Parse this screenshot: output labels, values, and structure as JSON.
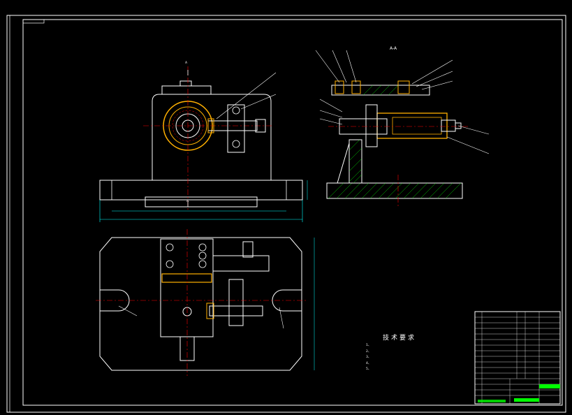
{
  "drawing": {
    "section_label": "A-A",
    "view_marker_top": "A",
    "view_marker_bottom": "A",
    "tech_requirements": {
      "title": "技术要求",
      "items": [
        "1、",
        "2、",
        "3、",
        "4、",
        "5、"
      ]
    },
    "colors": {
      "background": "#000000",
      "frame": "#ffffff",
      "outline": "#00ffff",
      "centerline": "#ff0000",
      "hatch": "#00ff00",
      "highlight": "#ffb000",
      "dimension": "#00ffff",
      "titleblock_accent": "#00ff00"
    }
  }
}
